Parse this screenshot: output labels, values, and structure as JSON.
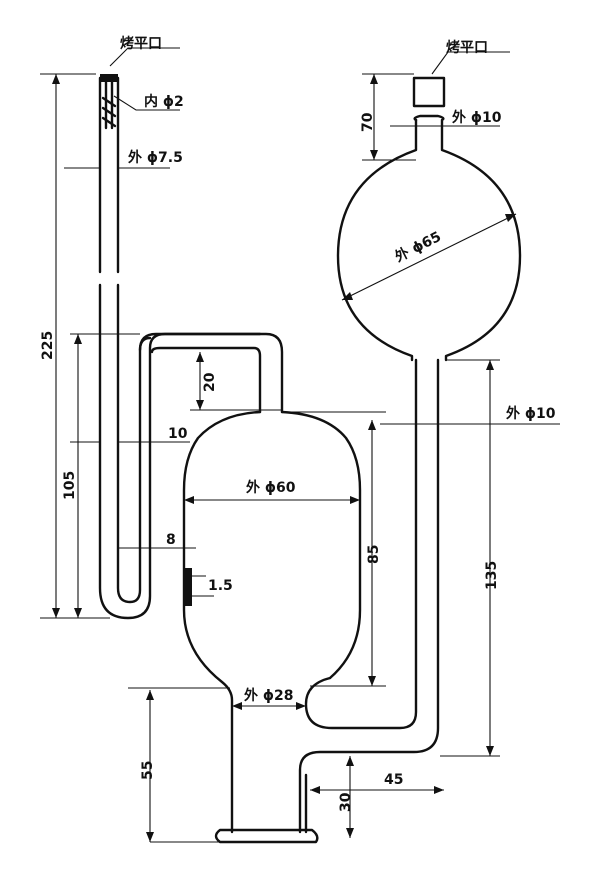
{
  "labels": {
    "flat_left": "烤平口",
    "flat_right": "烤平口",
    "inner_2": "内 ϕ2",
    "outer_7_5": "外 ϕ7.5",
    "outer_10_top": "外 ϕ10",
    "outer_65": "外 ϕ65",
    "outer_10_right": "外 ϕ10",
    "outer_60": "外 ϕ60",
    "outer_28": "外 ϕ28"
  },
  "dimensions": {
    "d225": "225",
    "d105": "105",
    "d20_top": "70",
    "d20": "20",
    "d10": "10",
    "d8": "8",
    "d1_5": "1.5",
    "d85": "85",
    "d135": "135",
    "d55": "55",
    "d45": "45",
    "d30": "30"
  },
  "colors": {
    "ink": "#111111",
    "paper": "#ffffff"
  }
}
